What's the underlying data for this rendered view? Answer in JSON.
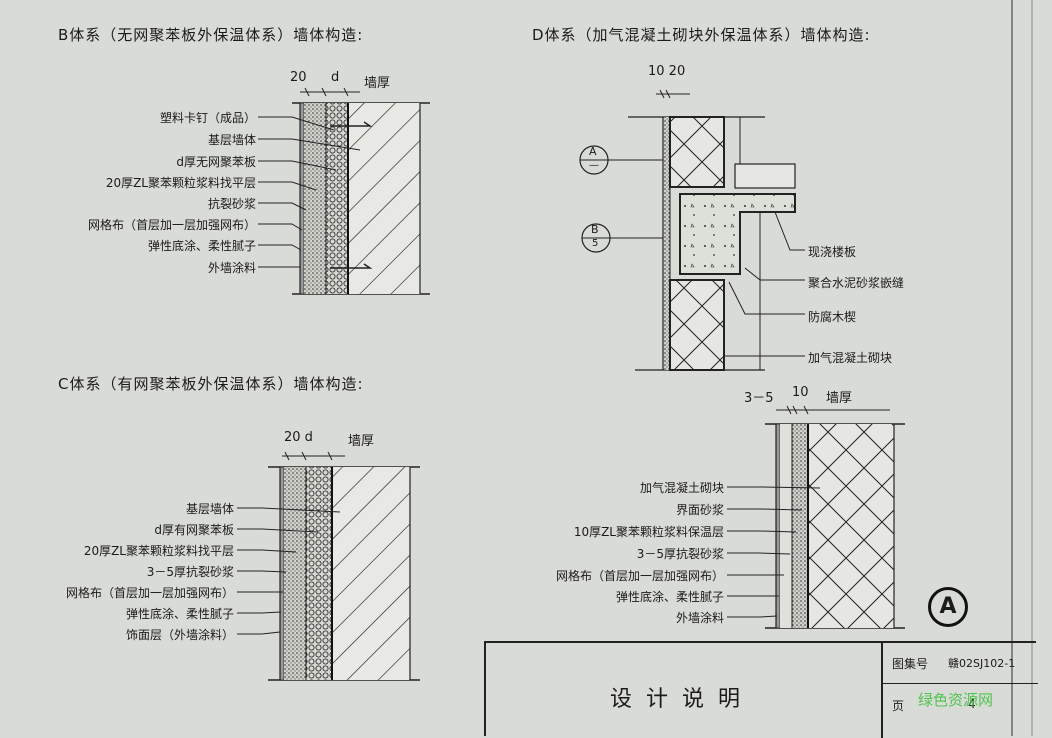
{
  "section_b": {
    "heading": "B体系（无网聚苯板外保温体系）墙体构造:",
    "dims": {
      "d1": "20",
      "d2": "d",
      "d3": "墙厚"
    },
    "labels": [
      "塑料卡钉（成品）",
      "基层墙体",
      "d厚无网聚苯板",
      "20厚ZL聚苯颗粒浆料找平层",
      "抗裂砂浆",
      "网格布（首层加一层加强网布）",
      "弹性底涂、柔性腻子",
      "外墙涂料"
    ]
  },
  "section_c": {
    "heading": "C体系（有网聚苯板外保温体系）墙体构造:",
    "dims": {
      "d1": "20 d",
      "d3": "墙厚"
    },
    "labels": [
      "基层墙体",
      "d厚有网聚苯板",
      "20厚ZL聚苯颗粒浆料找平层",
      "3－5厚抗裂砂浆",
      "网格布（首层加一层加强网布）",
      "弹性底涂、柔性腻子",
      "饰面层（外墙涂料）"
    ]
  },
  "section_d": {
    "heading": "D体系（加气混凝土砌块外保温体系）墙体构造:",
    "dims": {
      "d1": "10 20"
    },
    "callouts": [
      {
        "top": "A",
        "bottom": "—"
      },
      {
        "top": "B",
        "bottom": "5"
      }
    ],
    "labels": [
      "现浇楼板",
      "聚合水泥砂浆嵌缝",
      "防腐木楔",
      "加气混凝土砌块"
    ]
  },
  "section_e": {
    "dims": {
      "d1": "3－5",
      "d2": "10",
      "d3": "墙厚"
    },
    "labels": [
      "加气混凝土砌块",
      "界面砂浆",
      "10厚ZL聚苯颗粒浆料保温层",
      "3－5厚抗裂砂浆",
      "网格布（首层加一层加强网布）",
      "弹性底涂、柔性腻子",
      "外墙涂料"
    ]
  },
  "badge": "A",
  "title_block": {
    "title": "设计说明",
    "atlas_label": "图集号",
    "atlas_no": "赣02SJ102-1",
    "page_label": "页",
    "page_no": "4",
    "watermark": "绿色资源网"
  }
}
